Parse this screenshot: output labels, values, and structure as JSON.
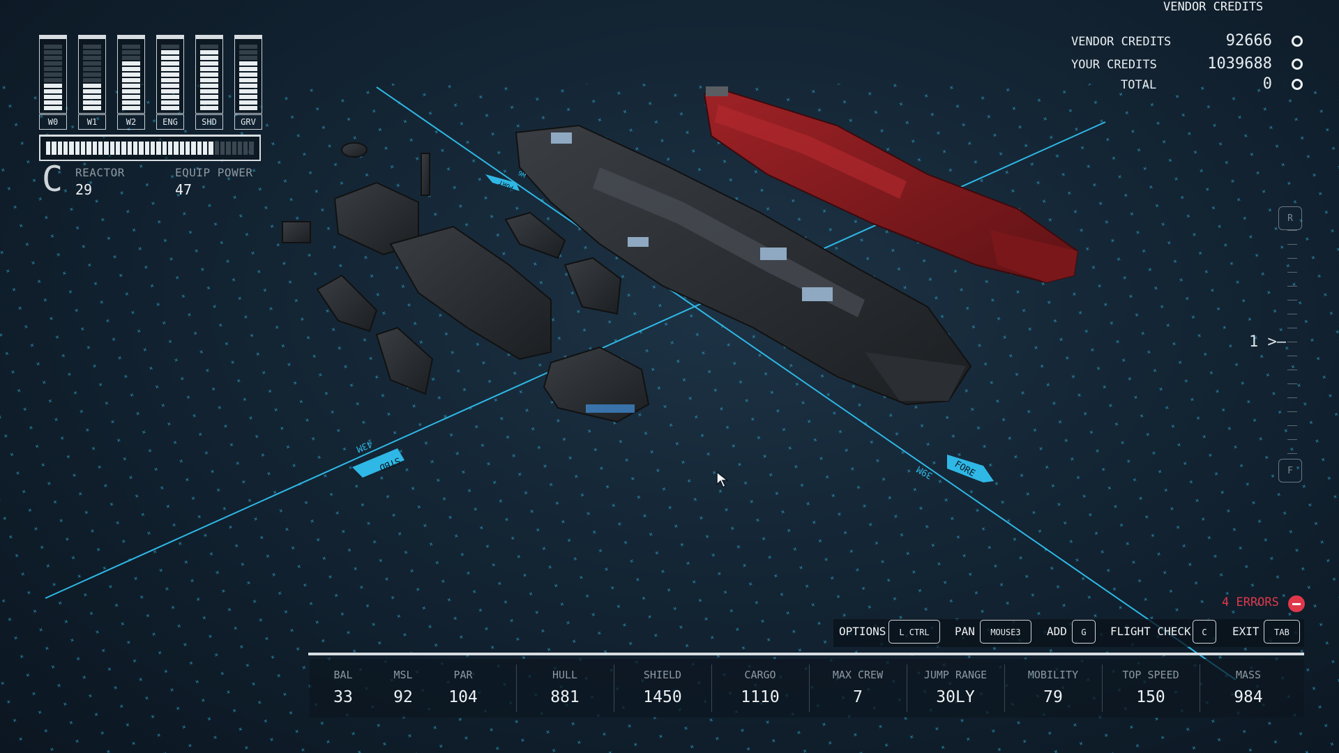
{
  "power": [
    {
      "label": "W0",
      "level": 5,
      "max": 12
    },
    {
      "label": "W1",
      "level": 5,
      "max": 12
    },
    {
      "label": "W2",
      "level": 9,
      "max": 12
    },
    {
      "label": "ENG",
      "level": 11,
      "max": 12
    },
    {
      "label": "SHD",
      "level": 11,
      "max": 12
    },
    {
      "label": "GRV",
      "level": 9,
      "max": 12
    }
  ],
  "reactor_bar": {
    "filled": 29,
    "total": 36
  },
  "ship_class": "C",
  "reactor": {
    "label": "REACTOR",
    "value": "29"
  },
  "equip_power": {
    "label": "EQUIP POWER",
    "value": "47"
  },
  "credits": {
    "vendor_label": "VENDOR CREDITS",
    "vendor_value": "92666",
    "your_label": "YOUR CREDITS",
    "your_value": "1039688",
    "total_label": "TOTAL",
    "total_value": "0"
  },
  "scale": {
    "top_key": "R",
    "bottom_key": "F",
    "level": "1"
  },
  "axis_labels": {
    "fore": "FORE",
    "fore_dist": "39M",
    "stbd": "STBD",
    "stbd_dist": "43M",
    "port": "PORT",
    "port_dist": "9M"
  },
  "errors": "4 ERRORS",
  "keybinds": [
    {
      "label": "OPTIONS",
      "key": "L CTRL"
    },
    {
      "label": "PAN",
      "key": "MOUSE3"
    },
    {
      "label": "ADD",
      "key": "G"
    },
    {
      "label": "FLIGHT CHECK",
      "key": "C"
    },
    {
      "label": "EXIT",
      "key": "TAB"
    }
  ],
  "stats": [
    {
      "label": "BAL",
      "value": "33"
    },
    {
      "label": "MSL",
      "value": "92"
    },
    {
      "label": "PAR",
      "value": "104"
    },
    {
      "label": "HULL",
      "value": "881"
    },
    {
      "label": "SHIELD",
      "value": "1450"
    },
    {
      "label": "CARGO",
      "value": "1110"
    },
    {
      "label": "MAX CREW",
      "value": "7"
    },
    {
      "label": "JUMP RANGE",
      "value": "30LY"
    },
    {
      "label": "MOBILITY",
      "value": "79"
    },
    {
      "label": "TOP SPEED",
      "value": "150"
    },
    {
      "label": "MASS",
      "value": "984"
    }
  ],
  "colors": {
    "accent": "#2fb8e6",
    "error": "#e0384b",
    "hull_red": "#8a1c1f",
    "hull_dark": "#2a2d31"
  }
}
